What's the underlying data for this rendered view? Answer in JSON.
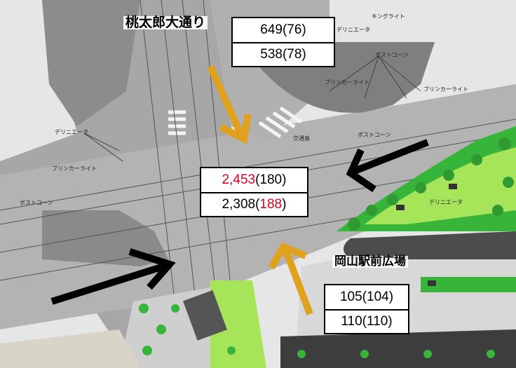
{
  "street_label": "桃太郎大通り",
  "plaza_label": "岡山駅前広場",
  "count_boxes": {
    "north": {
      "row1": "649(76)",
      "row2": "538(78)"
    },
    "center": {
      "row1_main": "2,453",
      "row1_paren": "(180)",
      "row2_main": "2,308(",
      "row2_paren_value": "188",
      "row2_close": ")"
    },
    "south": {
      "row1": "105(104)",
      "row2": "110(110)"
    }
  },
  "plan_annotations": {
    "delineator_1": "デリニエータ",
    "delineator_2": "デリニエータ",
    "delineator_3": "デリニエータ",
    "blinker_1": "ブリンカーライト",
    "blinker_2": "ブリンカーライト",
    "blinker_3": "ブリンカーライト",
    "post_cone_1": "ポストコーン",
    "post_cone_2": "ポストコーン",
    "post_cone_3": "ポストコーン",
    "king_light": "キングライト",
    "traffic_island": "交通島"
  },
  "colors": {
    "highlight_red": "#e0001b",
    "arrow_yellow": "#e0a21c",
    "arrow_black": "#000000",
    "green_area": "#37b53a",
    "light_green": "#a6e55a",
    "asphalt": "#9a9a9a"
  }
}
